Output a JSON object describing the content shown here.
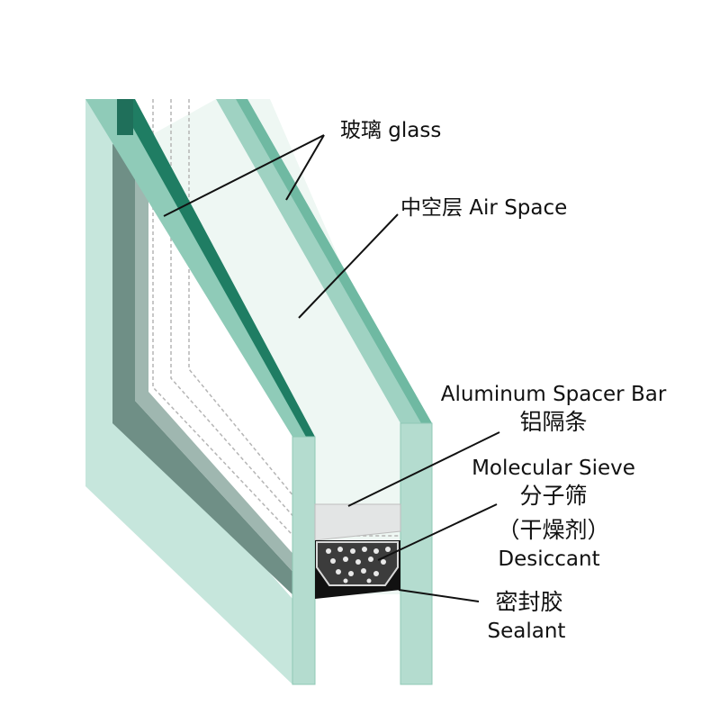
{
  "colors": {
    "glass_face": "#b4dccf",
    "glass_edge": "#7fc2ad",
    "glass_edge_dark": "#1f7d63",
    "air_space": "#eef7f3",
    "spacer": "#e6e8e8",
    "sealant": "#111111",
    "desiccant": "#3a3a3a"
  },
  "labels": {
    "glass": "玻璃 glass",
    "air_space": "中空层 Air Space",
    "spacer_en": "Aluminum Spacer Bar",
    "spacer_zh": "铝隔条",
    "sieve_en": "Molecular Sieve",
    "sieve_zh": "分子筛",
    "desiccant_zh": "（干燥剂）",
    "desiccant_en": "Desiccant",
    "sealant_zh": "密封胶",
    "sealant_en": "Sealant"
  }
}
